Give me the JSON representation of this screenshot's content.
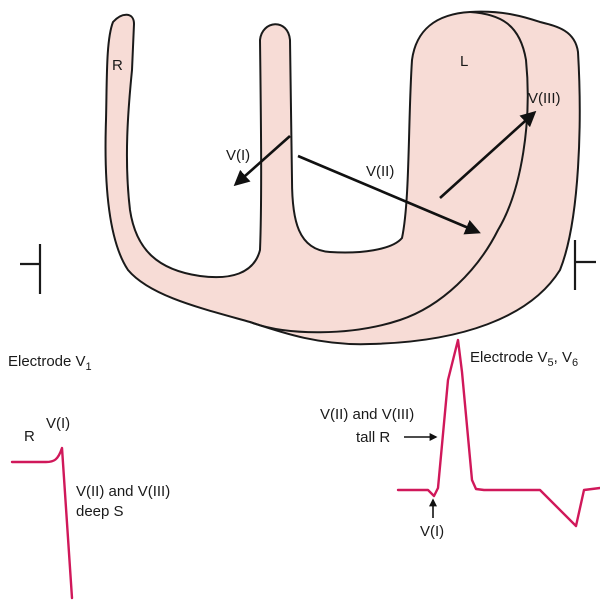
{
  "heart": {
    "label_right": "R",
    "label_left": "L"
  },
  "vectors": {
    "v1": "V(I)",
    "v2": "V(II)",
    "v3": "V(III)"
  },
  "electrode_v1": {
    "title": "Electrode V",
    "title_sub": "1",
    "peak_label": "R",
    "vector_label": "V(I)",
    "note_line1": "V(II) and V(III)",
    "note_line2": "deep S"
  },
  "electrode_v56": {
    "title": "Electrode V",
    "title_sub1": "5",
    "sep": ", V",
    "title_sub2": "6",
    "note_line1": "V(II) and V(III)",
    "note_line2": "tall R",
    "q_label": "V(I)"
  },
  "colors": {
    "heart_fill": "#f7dcd6",
    "ecg_trace": "#d0185a",
    "outline": "#1a1a1a"
  }
}
